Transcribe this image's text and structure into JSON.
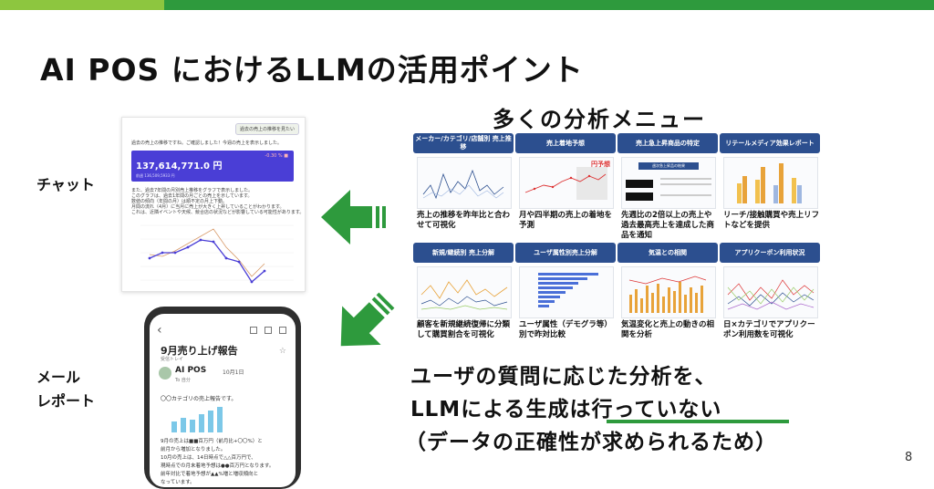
{
  "slide": {
    "title": "AI POS におけるLLMの活用ポイント",
    "menu_title": "多くの分析メニュー",
    "chat_label": "チャット",
    "mail_label": [
      "メール",
      "レポート"
    ],
    "statement": [
      "ユーザの質問に応じた分析を、",
      "LLMによる生成は行っていない",
      "（データの正確性が求められるため）"
    ],
    "page_number": "8",
    "accent_colors": {
      "light_green": "#8dc63f",
      "green": "#2e9a3d",
      "navy": "#2c4f8f",
      "purple": "#4a3ed6"
    }
  },
  "chat": {
    "chip": "過去の売上の推移を見たい",
    "lines": [
      "過去の売上の推移ですね。ご確認しました！今週の売上を表示しました。"
    ],
    "card_value": "137,614,771.0 円",
    "card_sub": "前週 136,509,5933 円",
    "card_pct": "-0.30 % ■",
    "body": [
      "また、過去7年間の月別売上推移をグラフで表示しました。",
      "このグラフは、過去1年間の月ごとの売上を示しています。",
      "数値の傾向（年間の月）は順不定の月上下動。",
      "月間の流れ（4月）に当月に売上が大きく上昇していることがわかります。",
      "これは、近隣イベントや天候、競合店の状況などが影響している可能性があります。"
    ]
  },
  "menu": [
    {
      "header": "メーカー/カテゴリ/店舗別 売上推移",
      "desc": "売上の推移を昨年比と合わせて可視化"
    },
    {
      "header": "売上着地予想",
      "desc": "月や四半期の売上の着地を予測",
      "badge": "円予想"
    },
    {
      "header": "売上急上昇商品の特定",
      "desc": "先週比の2倍以上の売上や過去最高売上を達成した商品を通知",
      "banner": "週次急上昇品の結果"
    },
    {
      "header": "リテールメディア効果レポート",
      "desc": "リーチ/接触購買や売上リフトなどを提供"
    },
    {
      "header": "新規/継続別 売上分解",
      "desc": "顧客を新規継続復帰に分類して購買割合を可視化"
    },
    {
      "header": "ユーザ属性別売上分解",
      "desc": "ユーザ属性（デモグラ等）別で昨対比較"
    },
    {
      "header": "気温との相関",
      "desc": "気温変化と売上の動きの相関を分析"
    },
    {
      "header": "アプリクーポン利用状況",
      "desc": "日×カテゴリでアプリクーポン利用数を可視化"
    }
  ],
  "mail": {
    "back": "‹",
    "subject": "9月売り上げ報告",
    "folder": "受信トレイ",
    "sender": "AI POS",
    "date": "10月1日",
    "to": "To 自分",
    "greeting": "〇〇カテゴリの売上報告です。",
    "body": [
      "9月の売上は■■百万円（前月比+〇〇%）と",
      "前月から増加となりました。",
      "10月の売上は、14日時点で△△百万円で、",
      "現時点での月末着地予想は●●百万円となります。",
      "前年対比で着地予想が▲▲%増と増収傾向と",
      "なっています。"
    ]
  }
}
